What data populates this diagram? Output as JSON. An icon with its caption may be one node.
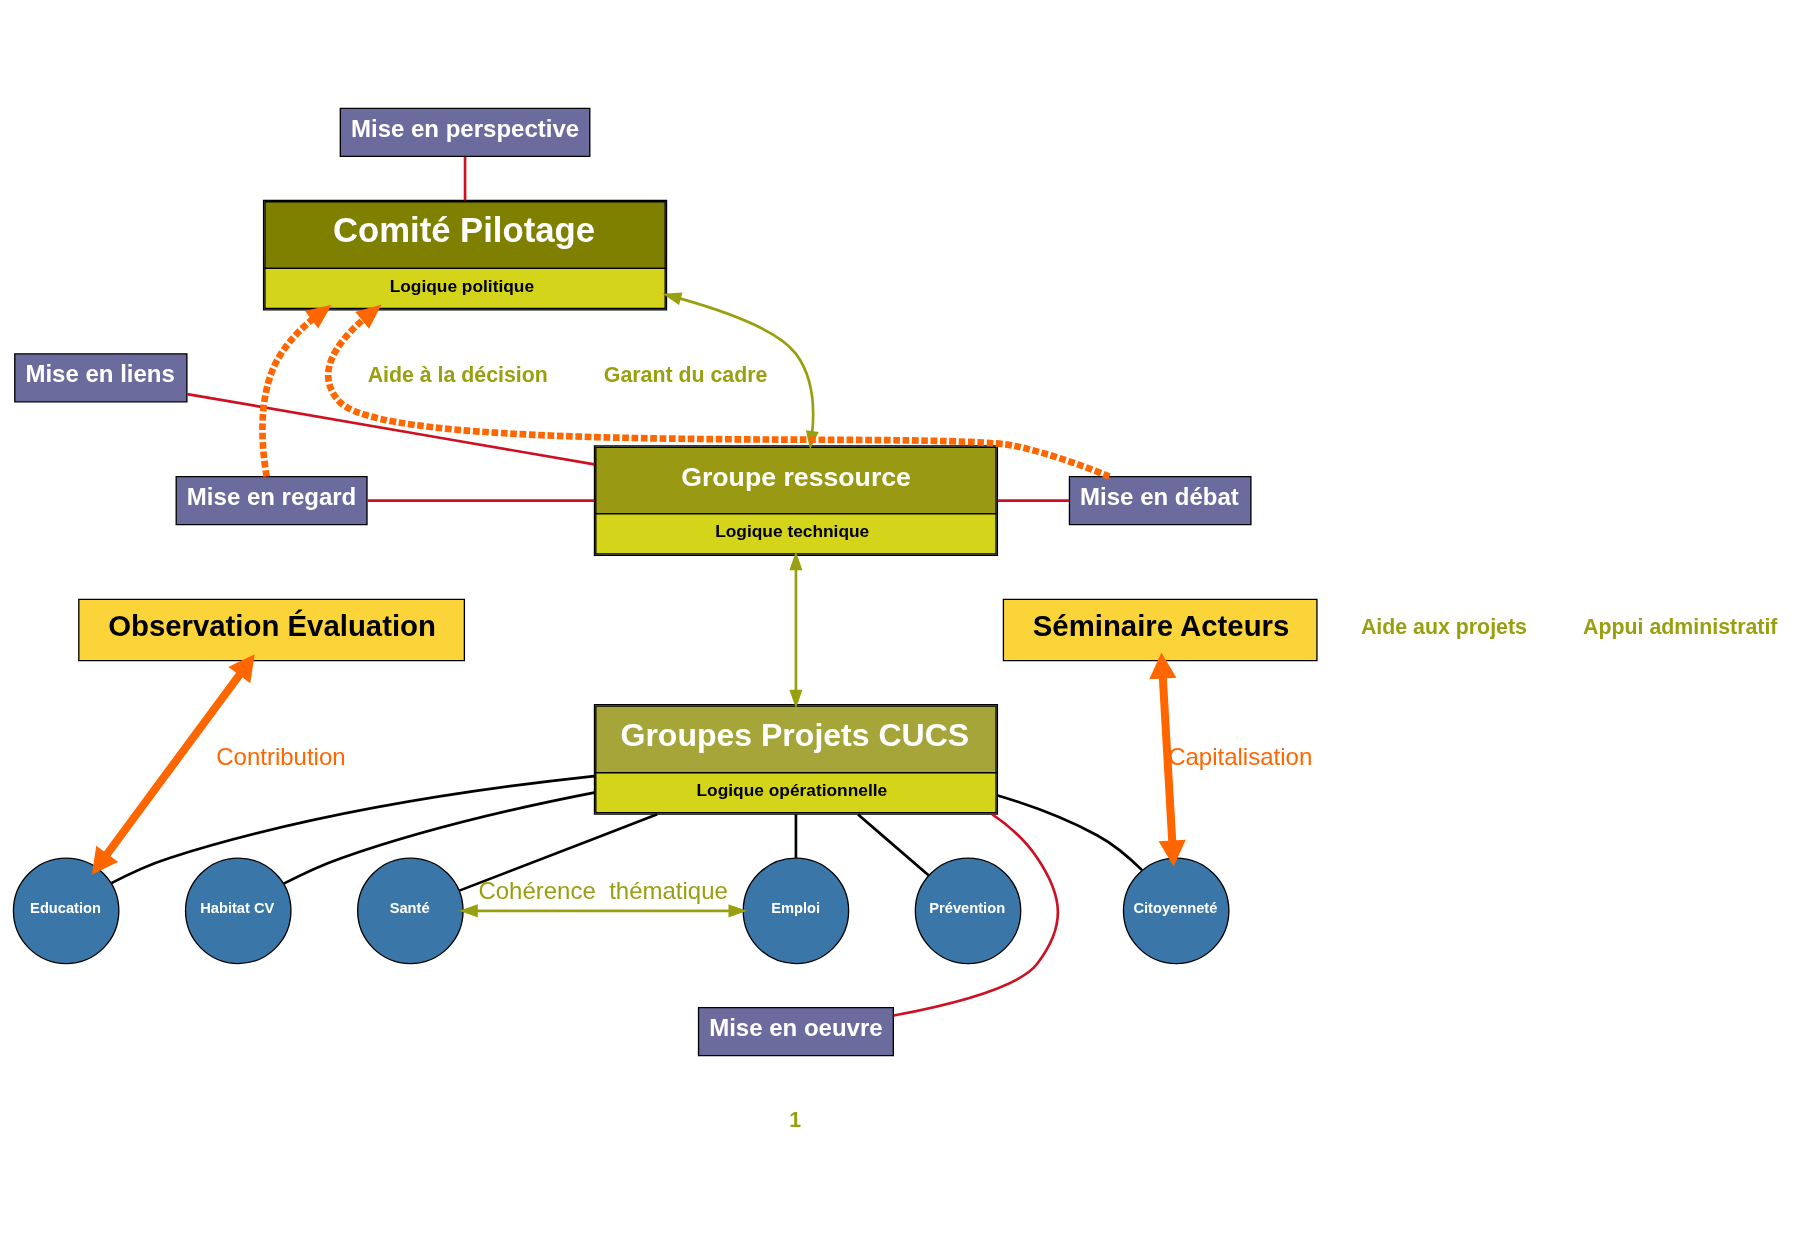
{
  "diagram": {
    "nodes": [
      {
        "text": [
          "Mise en perspective"
        ]
      },
      {
        "text": [
          "Comité Pilotage",
          "Logique politique"
        ]
      },
      {
        "text": [
          "Mise en liens"
        ]
      },
      {
        "text": [
          "Groupe ressource",
          "Logique technique"
        ]
      },
      {
        "text": [
          "Mise en regard"
        ]
      },
      {
        "text": [
          "Observation Évaluation"
        ]
      },
      {
        "text": [
          "Mise en débat"
        ]
      },
      {
        "text": [
          "Séminaire Acteurs"
        ]
      },
      {
        "text": [
          "Groupes Projets CUCS",
          "Logique opérationnelle"
        ]
      },
      {
        "text": [
          "Education"
        ]
      },
      {
        "text": [
          "Habitat CV"
        ]
      },
      {
        "text": [
          "Santé"
        ]
      },
      {
        "text": [
          "Emploi"
        ]
      },
      {
        "text": [
          "Prévention"
        ]
      },
      {
        "text": [
          "Citoyenneté"
        ]
      },
      {
        "text": [
          "Mise en oeuvre"
        ]
      }
    ],
    "edges": [
      {
        "from": 0,
        "to": 1,
        "arrow": "none",
        "color": "#cc1122"
      },
      {
        "from": 2,
        "to": 3,
        "arrow": "none",
        "color": "#cc1122"
      },
      {
        "from": 4,
        "to": 3,
        "arrow": "none",
        "color": "#cc1122"
      },
      {
        "from": 3,
        "to": 6,
        "arrow": "none",
        "color": "#cc1122"
      },
      {
        "from": 8,
        "to": 15,
        "arrow": "none",
        "color": "#cc1122"
      },
      {
        "from": 1,
        "to": 3,
        "arrow": "both",
        "color": "#99a010"
      },
      {
        "from": 3,
        "to": 8,
        "arrow": "both",
        "color": "#99a010"
      },
      {
        "from": 4,
        "to": 1,
        "arrow": "to",
        "style": "dashed",
        "color": "#ff6600"
      },
      {
        "from": 6,
        "to": 1,
        "arrow": "to",
        "style": "dashed",
        "color": "#ff6600"
      },
      {
        "from": 5,
        "to": 9,
        "arrow": "both",
        "style": "thick",
        "color": "#ff6600",
        "label": "Contribution"
      },
      {
        "from": 7,
        "to": 14,
        "arrow": "both",
        "style": "thick",
        "color": "#ff6600",
        "label": "Capitalisation"
      },
      {
        "from": 11,
        "to": 12,
        "arrow": "both",
        "color": "#99a010",
        "label": "Cohérence  thématique"
      },
      {
        "from": 8,
        "to": 9,
        "arrow": "none"
      },
      {
        "from": 8,
        "to": 10,
        "arrow": "none"
      },
      {
        "from": 8,
        "to": 11,
        "arrow": "none"
      },
      {
        "from": 8,
        "to": 12,
        "arrow": "none"
      },
      {
        "from": 8,
        "to": 13,
        "arrow": "none"
      },
      {
        "from": 8,
        "to": 14,
        "arrow": "none"
      }
    ],
    "labels": [
      "Aide à la décision",
      "Garant du cadre",
      "Aide aux projets",
      "Appui administratif",
      "1"
    ]
  }
}
